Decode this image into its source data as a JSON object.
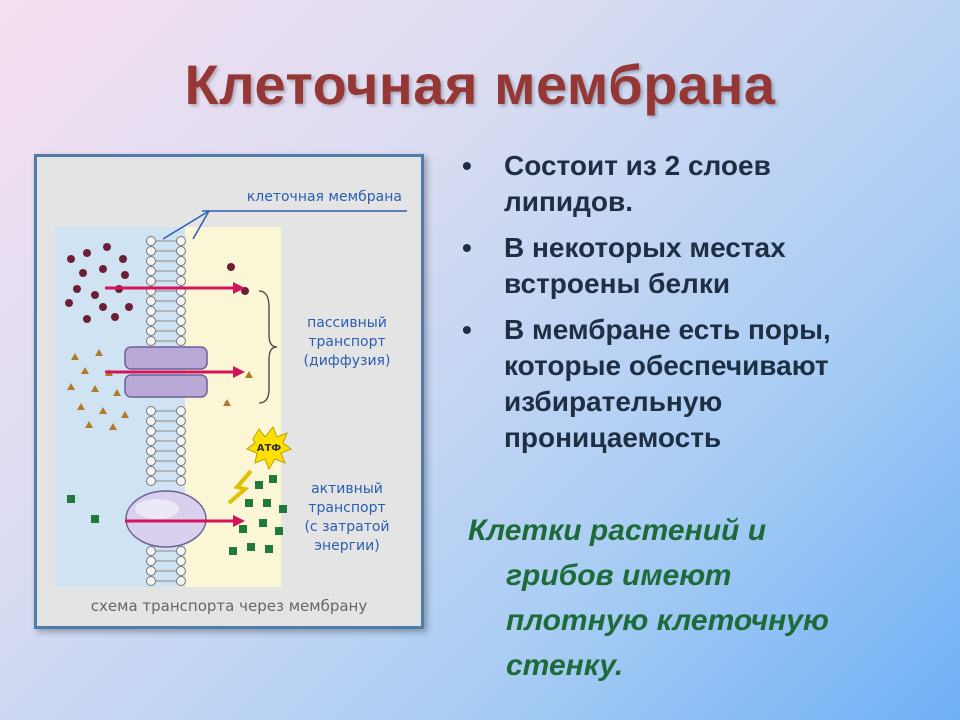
{
  "slide": {
    "title": "Клеточная мембрана",
    "bullets": [
      {
        "line1": "Состоит из 2 слоев",
        "line2": "липидов."
      },
      {
        "line1": "В некоторых местах",
        "line2": "встроены белки"
      },
      {
        "line1": "В мембране есть поры,",
        "line2": "которые обеспечивают",
        "line3": "избирательную",
        "line4": "проницаемость"
      }
    ],
    "note": {
      "line1": "Клетки растений и",
      "line2": "грибов имеют",
      "line3": "плотную клеточную",
      "line4": "стенку."
    }
  },
  "figure": {
    "label_membrane": "клеточная мембрана",
    "label_passive_1": "пассивный",
    "label_passive_2": "транспорт",
    "label_passive_3": "(диффузия)",
    "label_active_1": "активный",
    "label_active_2": "транспорт",
    "label_active_3": "(с затратой",
    "label_active_4": "энергии)",
    "atp_label": "АТФ",
    "caption": "схема транспорта через мембрану",
    "colors": {
      "outside": "#cfe3f3",
      "inside": "#fbf6d6",
      "arrow": "#d4145a",
      "protein": "#b8a9d6",
      "dots": "#6b1e35",
      "triangles": "#b07a2a",
      "squares": "#1f7a3a"
    }
  }
}
